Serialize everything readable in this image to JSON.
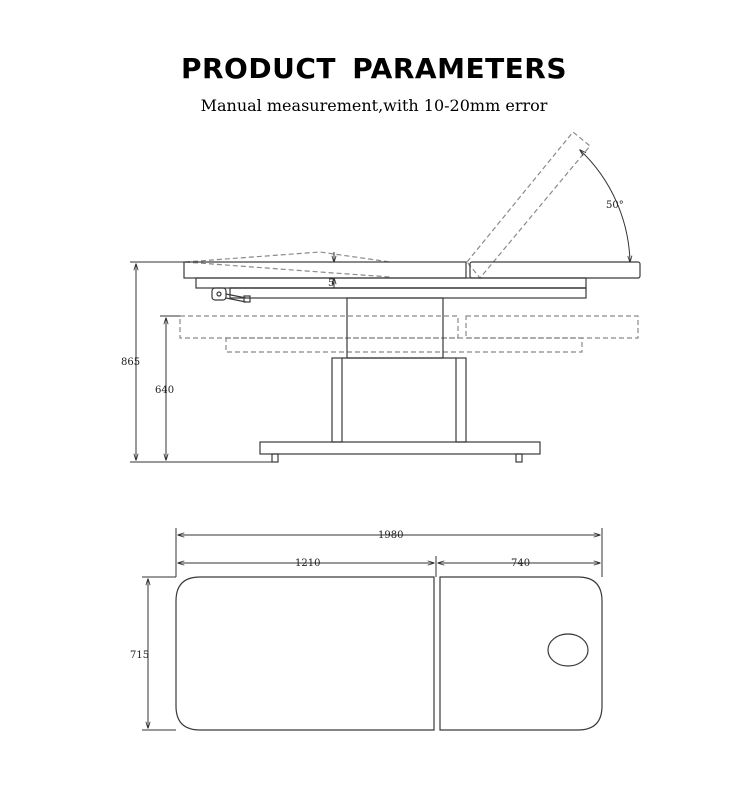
{
  "header": {
    "title": "PRODUCT  PARAMETERS",
    "subtitle": "Manual measurement,with 10-20mm error"
  },
  "side_view": {
    "angle_label": "50°",
    "height_max_label": "865",
    "height_min_label": "640",
    "drop_label": "5"
  },
  "top_view": {
    "total_length_label": "1980",
    "body_section_label": "1210",
    "head_section_label": "740",
    "width_label": "715"
  },
  "colors": {
    "line": "#3a3a3a",
    "dashed": "#8a8a8a"
  }
}
